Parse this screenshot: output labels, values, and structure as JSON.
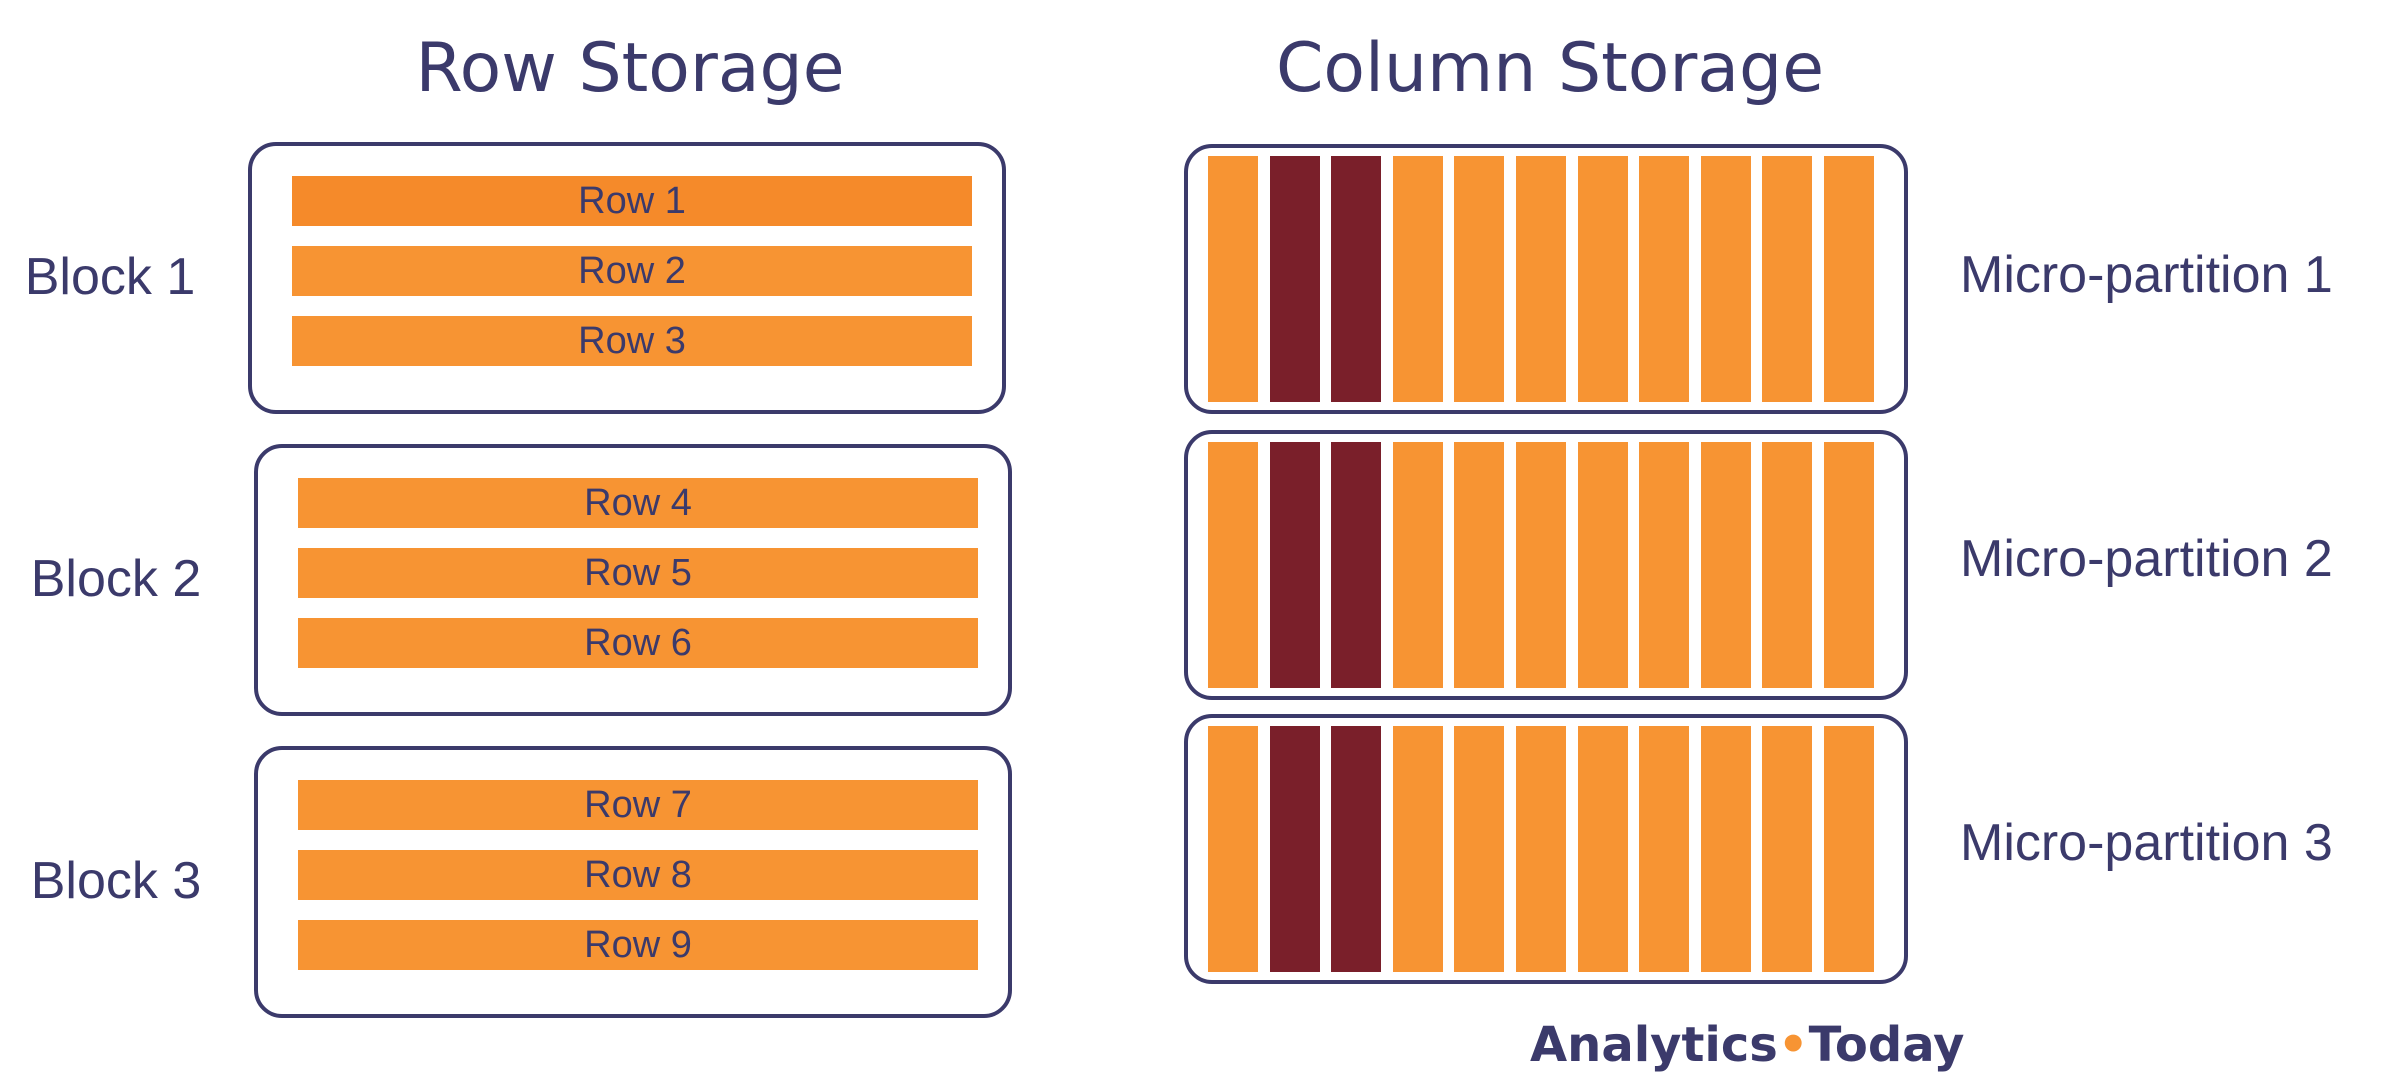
{
  "titles": {
    "row": "Row Storage",
    "column": "Column Storage"
  },
  "row_storage": {
    "blocks": [
      {
        "label": "Block 1",
        "rows": [
          "Row 1",
          "Row 2",
          "Row 3"
        ]
      },
      {
        "label": "Block 2",
        "rows": [
          "Row 4",
          "Row 5",
          "Row 6"
        ]
      },
      {
        "label": "Block 3",
        "rows": [
          "Row 7",
          "Row 8",
          "Row 9"
        ]
      }
    ]
  },
  "column_storage": {
    "partitions": [
      {
        "label": "Micro-partition 1"
      },
      {
        "label": "Micro-partition 2"
      },
      {
        "label": "Micro-partition 3"
      }
    ],
    "columns_per_partition": 11,
    "highlighted_columns": [
      2,
      3
    ]
  },
  "colors": {
    "accent_orange": "#f79433",
    "highlight_dark_red": "#7a1f2a",
    "text_navy": "#3b3a6b"
  },
  "brand": {
    "left": "Analytics",
    "separator": "•",
    "right": "Today"
  }
}
